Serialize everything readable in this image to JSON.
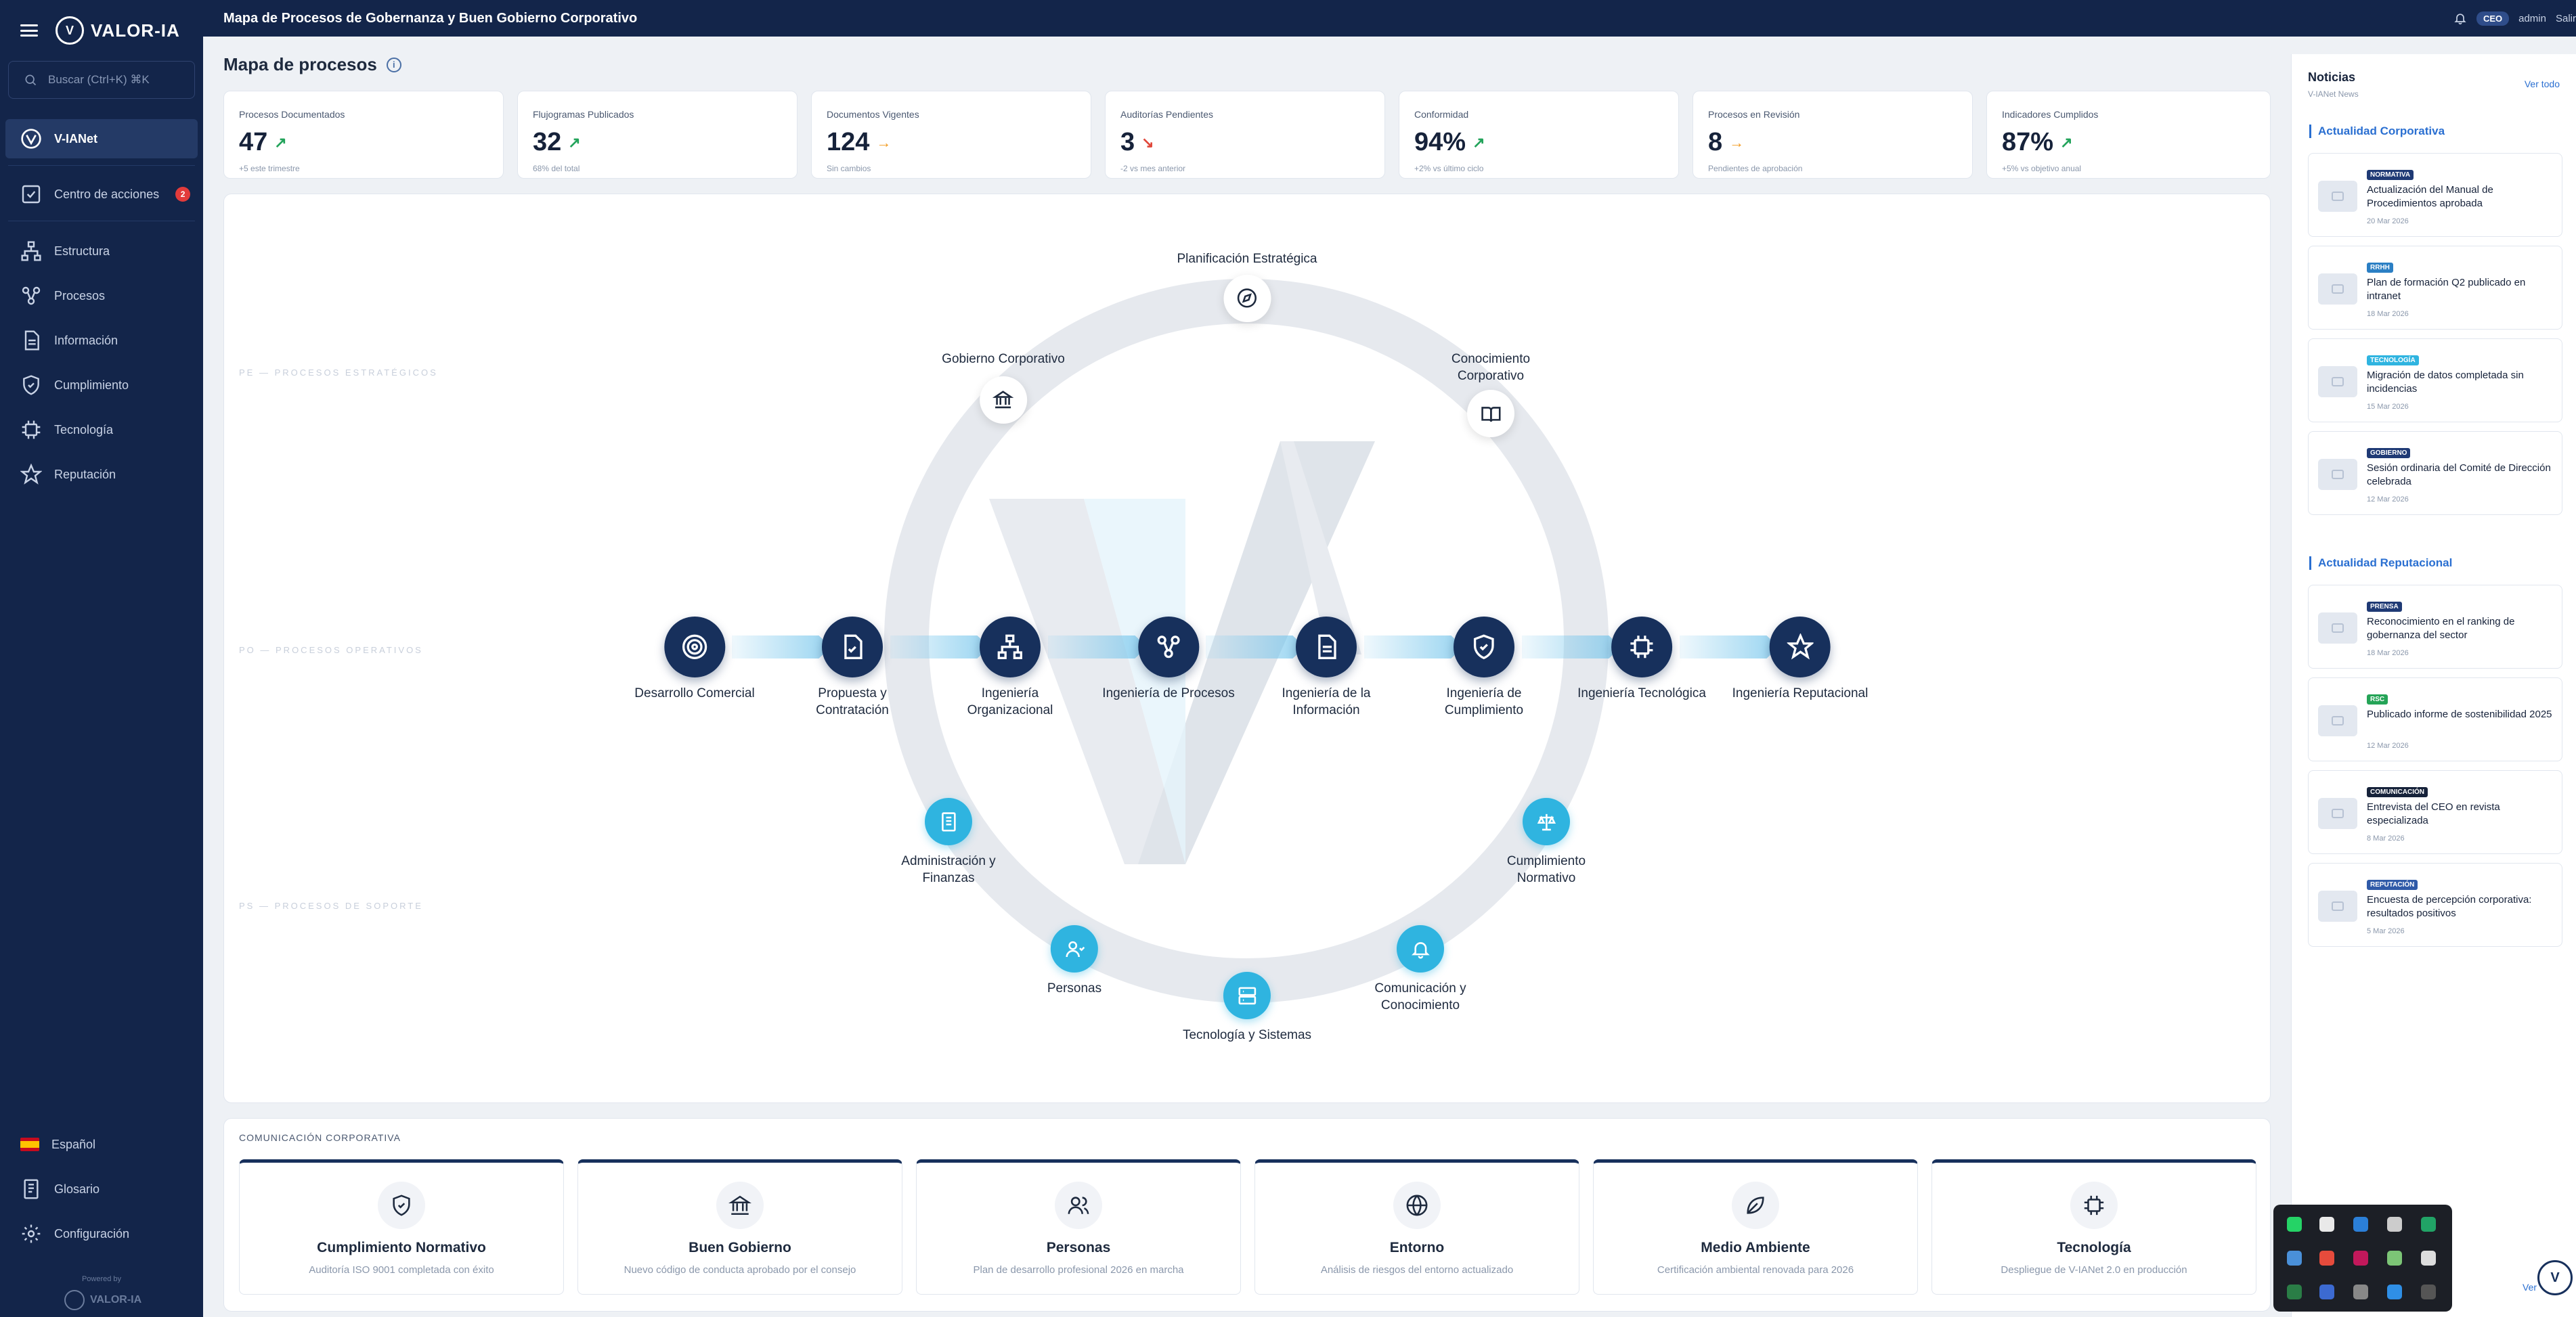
{
  "app": {
    "logo_text": "VALOR-IA",
    "page_header": "Mapa de Procesos de Gobernanza y Buen Gobierno Corporativo"
  },
  "topbar": {
    "role": "CEO",
    "user": "admin",
    "logout": "Salir"
  },
  "sidebar": {
    "search_placeholder": "Buscar (Ctrl+K) ⌘K",
    "items": [
      {
        "label": "V-IANet",
        "icon": "logo-icon"
      },
      {
        "label": "Centro de acciones",
        "icon": "checklist-icon",
        "badge": "2"
      },
      {
        "label": "Estructura",
        "icon": "org-chart-icon"
      },
      {
        "label": "Procesos",
        "icon": "workflow-icon"
      },
      {
        "label": "Información",
        "icon": "document-icon"
      },
      {
        "label": "Cumplimiento",
        "icon": "shield-icon"
      },
      {
        "label": "Tecnología",
        "icon": "chip-icon"
      },
      {
        "label": "Reputación",
        "icon": "star-icon"
      }
    ],
    "bottom": [
      {
        "label": "Español",
        "icon": "flag-es-icon"
      },
      {
        "label": "Glosario",
        "icon": "book-icon"
      },
      {
        "label": "Configuración",
        "icon": "gear-icon"
      }
    ],
    "powered_by": "Powered by",
    "powered_logo": "VALOR-IA"
  },
  "main": {
    "title": "Mapa de procesos",
    "kpis": [
      {
        "label": "Procesos Documentados",
        "value": "47",
        "trend": "up",
        "sub": "+5 este trimestre"
      },
      {
        "label": "Flujogramas Publicados",
        "value": "32",
        "trend": "up",
        "sub": "68% del total"
      },
      {
        "label": "Documentos Vigentes",
        "value": "124",
        "trend": "flat",
        "sub": "Sin cambios"
      },
      {
        "label": "Auditorías Pendientes",
        "value": "3",
        "trend": "down",
        "sub": "-2 vs mes anterior"
      },
      {
        "label": "Conformidad",
        "value": "94%",
        "trend": "up",
        "sub": "+2% vs último ciclo"
      },
      {
        "label": "Procesos en Revisión",
        "value": "8",
        "trend": "flat",
        "sub": "Pendientes de aprobación"
      },
      {
        "label": "Indicadores Cumplidos",
        "value": "87%",
        "trend": "up",
        "sub": "+5% vs objetivo anual"
      }
    ],
    "bands": {
      "strategic": "PE — PROCESOS ESTRATÉGICOS",
      "operative": "PO — PROCESOS OPERATIVOS",
      "support": "PS — PROCESOS DE SOPORTE"
    },
    "strategic": [
      {
        "label": "Planificación Estratégica",
        "icon": "compass-icon"
      },
      {
        "label": "Gobierno Corporativo",
        "icon": "bank-icon"
      },
      {
        "label": "Conocimiento Corporativo",
        "icon": "open-book-icon"
      }
    ],
    "operative": [
      {
        "label": "Desarrollo Comercial",
        "icon": "target-icon"
      },
      {
        "label": "Propuesta y Contratación",
        "icon": "file-check-icon"
      },
      {
        "label": "Ingeniería Organizacional",
        "icon": "org-chart-icon"
      },
      {
        "label": "Ingeniería de Procesos",
        "icon": "workflow-icon"
      },
      {
        "label": "Ingeniería de la Información",
        "icon": "document-icon"
      },
      {
        "label": "Ingeniería de Cumplimiento",
        "icon": "shield-check-icon"
      },
      {
        "label": "Ingeniería Tecnológica",
        "icon": "chip-icon"
      },
      {
        "label": "Ingeniería Reputacional",
        "icon": "star-icon"
      }
    ],
    "support": [
      {
        "label": "Administración y Finanzas",
        "icon": "receipt-icon"
      },
      {
        "label": "Cumplimiento Normativo",
        "icon": "scale-icon"
      },
      {
        "label": "Personas",
        "icon": "user-icon"
      },
      {
        "label": "Comunicación y Conocimiento",
        "icon": "bell-icon"
      },
      {
        "label": "Tecnología y Sistemas",
        "icon": "server-icon"
      }
    ],
    "communication": {
      "title": "COMUNICACIÓN CORPORATIVA",
      "cards": [
        {
          "title": "Cumplimiento Normativo",
          "desc": "Auditoría ISO 9001 completada con éxito",
          "icon": "shield-check-icon"
        },
        {
          "title": "Buen Gobierno",
          "desc": "Nuevo código de conducta aprobado por el consejo",
          "icon": "bank-icon"
        },
        {
          "title": "Personas",
          "desc": "Plan de desarrollo profesional 2026 en marcha",
          "icon": "users-icon"
        },
        {
          "title": "Entorno",
          "desc": "Análisis de riesgos del entorno actualizado",
          "icon": "globe-icon"
        },
        {
          "title": "Medio Ambiente",
          "desc": "Certificación ambiental renovada para 2026",
          "icon": "leaf-icon"
        },
        {
          "title": "Tecnología",
          "desc": "Despliegue de V-IANet 2.0 en producción",
          "icon": "chip-icon"
        }
      ]
    }
  },
  "news": {
    "title": "Noticias",
    "subtitle": "V-IANet News",
    "see_all": "Ver todo",
    "see_more": "Ver",
    "corporate_title": "Actualidad Corporativa",
    "corporate": [
      {
        "tag": "NORMATIVA",
        "color": "#1f3a75",
        "title": "Actualización del Manual de Procedimientos aprobada",
        "date": "20 Mar 2026"
      },
      {
        "tag": "RRHH",
        "color": "#2b7fc4",
        "title": "Plan de formación Q2 publicado en intranet",
        "date": "18 Mar 2026"
      },
      {
        "tag": "TECNOLOGÍA",
        "color": "#2fb4e0",
        "title": "Migración de datos completada sin incidencias",
        "date": "15 Mar 2026"
      },
      {
        "tag": "GOBIERNO",
        "color": "#1f3a75",
        "title": "Sesión ordinaria del Comité de Dirección celebrada",
        "date": "12 Mar 2026"
      }
    ],
    "reputational_title": "Actualidad Reputacional",
    "reputational": [
      {
        "tag": "PRENSA",
        "color": "#1f3a75",
        "title": "Reconocimiento en el ranking de gobernanza del sector",
        "date": "18 Mar 2026"
      },
      {
        "tag": "RSC",
        "color": "#25a457",
        "title": "Publicado informe de sostenibilidad 2025",
        "date": "12 Mar 2026"
      },
      {
        "tag": "COMUNICACIÓN",
        "color": "#16223a",
        "title": "Entrevista del CEO en revista especializada",
        "date": "8 Mar 2026"
      },
      {
        "tag": "REPUTACIÓN",
        "color": "#2f5aa8",
        "title": "Encuesta de percepción corporativa: resultados positivos",
        "date": "5 Mar 2026"
      }
    ]
  }
}
